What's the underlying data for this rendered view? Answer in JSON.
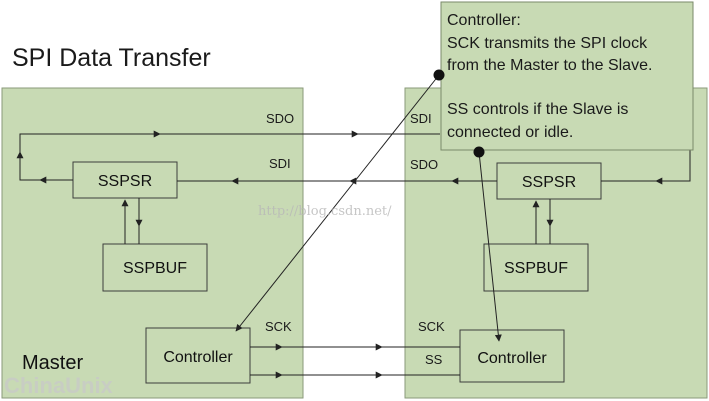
{
  "title": "SPI Data Transfer",
  "master": {
    "label": "Master",
    "sspsr": "SSPSR",
    "sspbuf": "SSPBUF",
    "controller": "Controller",
    "sdo": "SDO",
    "sdi": "SDI",
    "sck": "SCK"
  },
  "slave": {
    "sspsr": "SSPSR",
    "sspbuf": "SSPBUF",
    "controller": "Controller",
    "sdi": "SDI",
    "sdo": "SDO",
    "sck": "SCK",
    "ss": "SS"
  },
  "note": {
    "lines": [
      "Controller:",
      "SCK transmits the SPI clock",
      "from the Master to the Slave.",
      "",
      "SS controls if the Slave is",
      "connected or idle."
    ]
  },
  "watermarks": {
    "url": "http://blog.csdn.net/",
    "brand": "ChinaUnix"
  },
  "colors": {
    "panel_fill": "#c8dab4",
    "line": "#222222"
  }
}
